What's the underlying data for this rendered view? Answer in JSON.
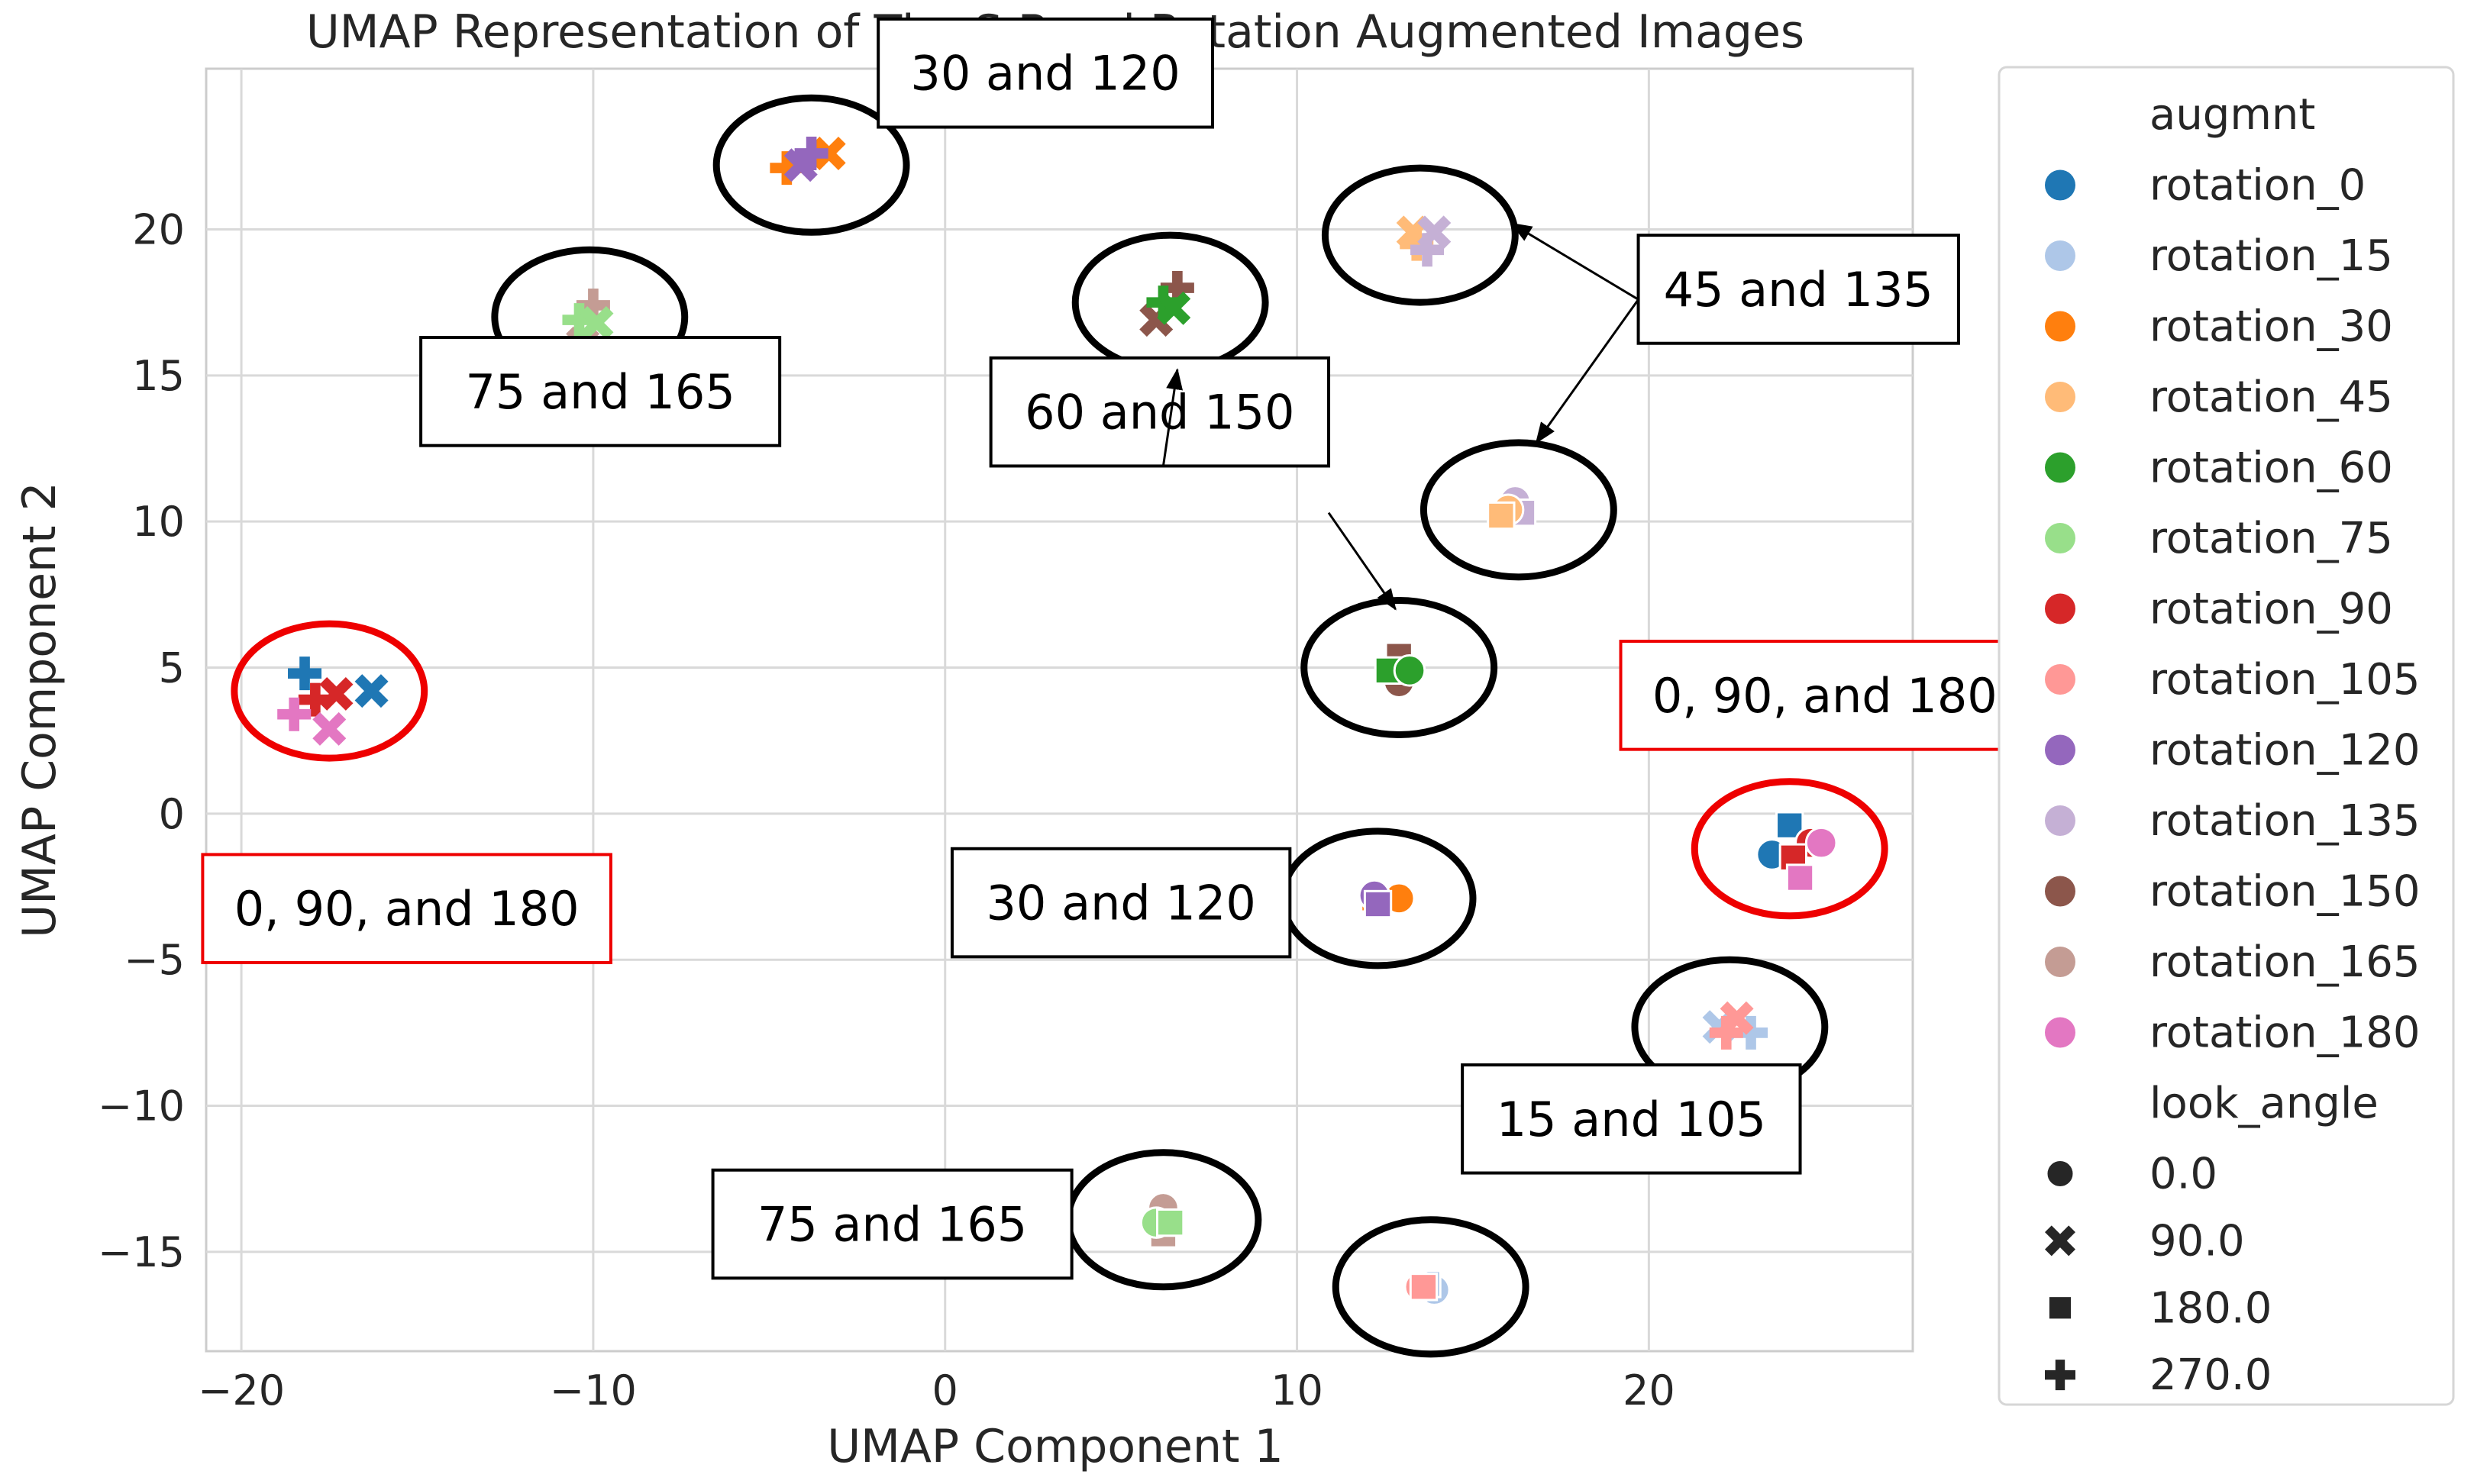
{
  "chart_data": {
    "type": "scatter",
    "title": "UMAP Representation of The S-Band Rotation Augmented Images",
    "xlabel": "UMAP Component 1",
    "ylabel": "UMAP Component 2",
    "xlim": [
      -21,
      27.5
    ],
    "ylim": [
      -18.4,
      25.5
    ],
    "xticks": [
      -20,
      -10,
      0,
      10,
      20
    ],
    "yticks": [
      -15,
      -10,
      -5,
      0,
      5,
      10,
      15,
      20
    ],
    "xtick_labels": [
      "−20",
      "−10",
      "0",
      "10",
      "20"
    ],
    "ytick_labels": [
      "−15",
      "−10",
      "−5",
      "0",
      "5",
      "10",
      "15",
      "20"
    ],
    "grid": true,
    "legend_position": "right, outside plot",
    "legend": {
      "hue_title": "augmnt",
      "style_title": "look_angle",
      "hue": [
        {
          "label": "rotation_0",
          "color": "#1f77b4"
        },
        {
          "label": "rotation_15",
          "color": "#aec7e8"
        },
        {
          "label": "rotation_30",
          "color": "#ff7f0e"
        },
        {
          "label": "rotation_45",
          "color": "#ffbb78"
        },
        {
          "label": "rotation_60",
          "color": "#2ca02c"
        },
        {
          "label": "rotation_75",
          "color": "#98df8a"
        },
        {
          "label": "rotation_90",
          "color": "#d62728"
        },
        {
          "label": "rotation_105",
          "color": "#ff9896"
        },
        {
          "label": "rotation_120",
          "color": "#9467bd"
        },
        {
          "label": "rotation_135",
          "color": "#c5b0d5"
        },
        {
          "label": "rotation_150",
          "color": "#8c564b"
        },
        {
          "label": "rotation_165",
          "color": "#c49c94"
        },
        {
          "label": "rotation_180",
          "color": "#e377c2"
        }
      ],
      "style": [
        {
          "label": "0.0",
          "marker": "circle"
        },
        {
          "label": "90.0",
          "marker": "x"
        },
        {
          "label": "180.0",
          "marker": "square"
        },
        {
          "label": "270.0",
          "marker": "plus"
        }
      ]
    },
    "points": [
      {
        "x": -18.2,
        "y": 4.8,
        "series": "rotation_0",
        "marker": "plus"
      },
      {
        "x": -16.3,
        "y": 4.2,
        "series": "rotation_0",
        "marker": "x"
      },
      {
        "x": -17.9,
        "y": 3.9,
        "series": "rotation_90",
        "marker": "plus"
      },
      {
        "x": -17.3,
        "y": 4.1,
        "series": "rotation_90",
        "marker": "x"
      },
      {
        "x": -18.5,
        "y": 3.4,
        "series": "rotation_180",
        "marker": "plus"
      },
      {
        "x": -17.5,
        "y": 2.9,
        "series": "rotation_180",
        "marker": "x"
      },
      {
        "x": -10.0,
        "y": 17.4,
        "series": "rotation_165",
        "marker": "plus"
      },
      {
        "x": -10.3,
        "y": 16.1,
        "series": "rotation_165",
        "marker": "x"
      },
      {
        "x": -10.4,
        "y": 16.9,
        "series": "rotation_75",
        "marker": "plus"
      },
      {
        "x": -9.9,
        "y": 16.8,
        "series": "rotation_75",
        "marker": "x"
      },
      {
        "x": -4.5,
        "y": 22.1,
        "series": "rotation_30",
        "marker": "plus"
      },
      {
        "x": -3.3,
        "y": 22.6,
        "series": "rotation_30",
        "marker": "x"
      },
      {
        "x": -3.8,
        "y": 22.6,
        "series": "rotation_120",
        "marker": "plus"
      },
      {
        "x": -4.1,
        "y": 22.2,
        "series": "rotation_120",
        "marker": "x"
      },
      {
        "x": 6.6,
        "y": 18.0,
        "series": "rotation_150",
        "marker": "plus"
      },
      {
        "x": 6.0,
        "y": 16.9,
        "series": "rotation_150",
        "marker": "x"
      },
      {
        "x": 6.2,
        "y": 17.5,
        "series": "rotation_60",
        "marker": "plus"
      },
      {
        "x": 6.5,
        "y": 17.3,
        "series": "rotation_60",
        "marker": "x"
      },
      {
        "x": 13.4,
        "y": 19.5,
        "series": "rotation_45",
        "marker": "plus"
      },
      {
        "x": 13.3,
        "y": 19.9,
        "series": "rotation_45",
        "marker": "x"
      },
      {
        "x": 13.7,
        "y": 19.3,
        "series": "rotation_135",
        "marker": "plus"
      },
      {
        "x": 13.9,
        "y": 19.9,
        "series": "rotation_135",
        "marker": "x"
      },
      {
        "x": 16.2,
        "y": 10.7,
        "series": "rotation_135",
        "marker": "circle"
      },
      {
        "x": 16.4,
        "y": 10.3,
        "series": "rotation_135",
        "marker": "square"
      },
      {
        "x": 16.0,
        "y": 10.4,
        "series": "rotation_45",
        "marker": "circle"
      },
      {
        "x": 15.8,
        "y": 10.2,
        "series": "rotation_45",
        "marker": "square"
      },
      {
        "x": 12.9,
        "y": 5.4,
        "series": "rotation_150",
        "marker": "square"
      },
      {
        "x": 12.9,
        "y": 4.5,
        "series": "rotation_150",
        "marker": "circle"
      },
      {
        "x": 12.6,
        "y": 4.9,
        "series": "rotation_60",
        "marker": "square"
      },
      {
        "x": 13.2,
        "y": 4.9,
        "series": "rotation_60",
        "marker": "circle"
      },
      {
        "x": 12.2,
        "y": -2.9,
        "series": "rotation_30",
        "marker": "square"
      },
      {
        "x": 12.9,
        "y": -2.9,
        "series": "rotation_30",
        "marker": "circle"
      },
      {
        "x": 12.2,
        "y": -2.8,
        "series": "rotation_120",
        "marker": "circle"
      },
      {
        "x": 12.3,
        "y": -3.1,
        "series": "rotation_120",
        "marker": "square"
      },
      {
        "x": 22.0,
        "y": -7.3,
        "series": "rotation_15",
        "marker": "x"
      },
      {
        "x": 22.9,
        "y": -7.5,
        "series": "rotation_15",
        "marker": "plus"
      },
      {
        "x": 22.2,
        "y": -7.5,
        "series": "rotation_105",
        "marker": "plus"
      },
      {
        "x": 22.5,
        "y": -7.0,
        "series": "rotation_105",
        "marker": "x"
      },
      {
        "x": 6.2,
        "y": -13.5,
        "series": "rotation_165",
        "marker": "circle"
      },
      {
        "x": 6.2,
        "y": -14.4,
        "series": "rotation_165",
        "marker": "square"
      },
      {
        "x": 6.0,
        "y": -14.0,
        "series": "rotation_75",
        "marker": "circle"
      },
      {
        "x": 6.4,
        "y": -14.0,
        "series": "rotation_75",
        "marker": "square"
      },
      {
        "x": 13.9,
        "y": -16.3,
        "series": "rotation_15",
        "marker": "circle"
      },
      {
        "x": 13.7,
        "y": -16.1,
        "series": "rotation_15",
        "marker": "square"
      },
      {
        "x": 13.5,
        "y": -16.2,
        "series": "rotation_105",
        "marker": "circle"
      },
      {
        "x": 13.6,
        "y": -16.2,
        "series": "rotation_105",
        "marker": "square"
      },
      {
        "x": 23.5,
        "y": -1.4,
        "series": "rotation_0",
        "marker": "circle"
      },
      {
        "x": 24.0,
        "y": -0.4,
        "series": "rotation_0",
        "marker": "square"
      },
      {
        "x": 24.6,
        "y": -1.0,
        "series": "rotation_90",
        "marker": "circle"
      },
      {
        "x": 24.1,
        "y": -1.5,
        "series": "rotation_90",
        "marker": "square"
      },
      {
        "x": 24.9,
        "y": -1.0,
        "series": "rotation_180",
        "marker": "circle"
      },
      {
        "x": 24.3,
        "y": -2.2,
        "series": "rotation_180",
        "marker": "square"
      }
    ],
    "annotations": [
      {
        "id": "c1",
        "shape": "ellipse",
        "x": -17.5,
        "y": 4.2,
        "rx": 2.7,
        "ry": 2.3,
        "color": "#ee0000",
        "text": "0, 90, and 180",
        "box": {
          "x": -21.1,
          "y": -5.1,
          "w": 11.6,
          "h": 3.7
        },
        "box_color": "#ee0000"
      },
      {
        "id": "c2",
        "shape": "ellipse",
        "x": -10.1,
        "y": 17.0,
        "rx": 2.7,
        "ry": 2.3,
        "color": "#000000",
        "text": "75 and 165",
        "box": {
          "x": -14.9,
          "y": 12.6,
          "w": 10.2,
          "h": 3.7
        }
      },
      {
        "id": "c3",
        "shape": "ellipse",
        "x": -3.8,
        "y": 22.2,
        "rx": 2.7,
        "ry": 2.3,
        "color": "#000000",
        "text": "30 and 120",
        "box": {
          "x": -1.9,
          "y": 23.5,
          "w": 9.5,
          "h": 3.7
        }
      },
      {
        "id": "c4",
        "shape": "ellipse",
        "x": 6.4,
        "y": 17.5,
        "rx": 2.7,
        "ry": 2.3,
        "color": "#000000",
        "text": "60 and 150",
        "box": {
          "x": 1.3,
          "y": 11.9,
          "w": 9.6,
          "h": 3.7
        },
        "arrow_from": [
          6.2,
          11.9
        ],
        "arrow_to": [
          6.6,
          15.2
        ],
        "arrow_from2": [
          10.9,
          10.3
        ],
        "arrow_to2": [
          12.8,
          7.0
        ]
      },
      {
        "id": "c5",
        "shape": "ellipse",
        "x": 13.5,
        "y": 19.8,
        "rx": 2.7,
        "ry": 2.3,
        "color": "#000000",
        "text": "45 and 135",
        "box": {
          "x": 19.7,
          "y": 16.1,
          "w": 9.1,
          "h": 3.7
        },
        "arrow_from": [
          19.7,
          17.6
        ],
        "arrow_to": [
          16.1,
          20.2
        ],
        "arrow_from2": [
          19.7,
          17.6
        ],
        "arrow_to2": [
          16.8,
          12.7
        ]
      },
      {
        "id": "c6",
        "shape": "ellipse",
        "x": 16.3,
        "y": 10.4,
        "rx": 2.7,
        "ry": 2.3,
        "color": "#000000"
      },
      {
        "id": "c7",
        "shape": "ellipse",
        "x": 12.9,
        "y": 5.0,
        "rx": 2.7,
        "ry": 2.3,
        "color": "#000000"
      },
      {
        "id": "c8",
        "shape": "ellipse",
        "x": 24.0,
        "y": -1.2,
        "rx": 2.7,
        "ry": 2.3,
        "color": "#ee0000",
        "text": "0, 90, and 180",
        "box": {
          "x": 19.2,
          "y": 2.2,
          "w": 11.6,
          "h": 3.7
        },
        "box_color": "#ee0000"
      },
      {
        "id": "c9",
        "shape": "ellipse",
        "x": 12.3,
        "y": -2.9,
        "rx": 2.7,
        "ry": 2.3,
        "color": "#000000",
        "text": "30 and 120",
        "box": {
          "x": 0.2,
          "y": -4.9,
          "w": 9.6,
          "h": 3.7
        }
      },
      {
        "id": "c10",
        "shape": "ellipse",
        "x": 22.3,
        "y": -7.3,
        "rx": 2.7,
        "ry": 2.3,
        "color": "#000000",
        "text": "15 and 105",
        "box": {
          "x": 14.7,
          "y": -12.3,
          "w": 9.6,
          "h": 3.7
        }
      },
      {
        "id": "c11",
        "shape": "ellipse",
        "x": 6.2,
        "y": -13.9,
        "rx": 2.7,
        "ry": 2.3,
        "color": "#000000",
        "text": "75 and 165",
        "box": {
          "x": -6.6,
          "y": -15.9,
          "w": 10.2,
          "h": 3.7
        }
      },
      {
        "id": "c12",
        "shape": "ellipse",
        "x": 13.8,
        "y": -16.2,
        "rx": 2.7,
        "ry": 2.3,
        "color": "#000000"
      }
    ]
  }
}
